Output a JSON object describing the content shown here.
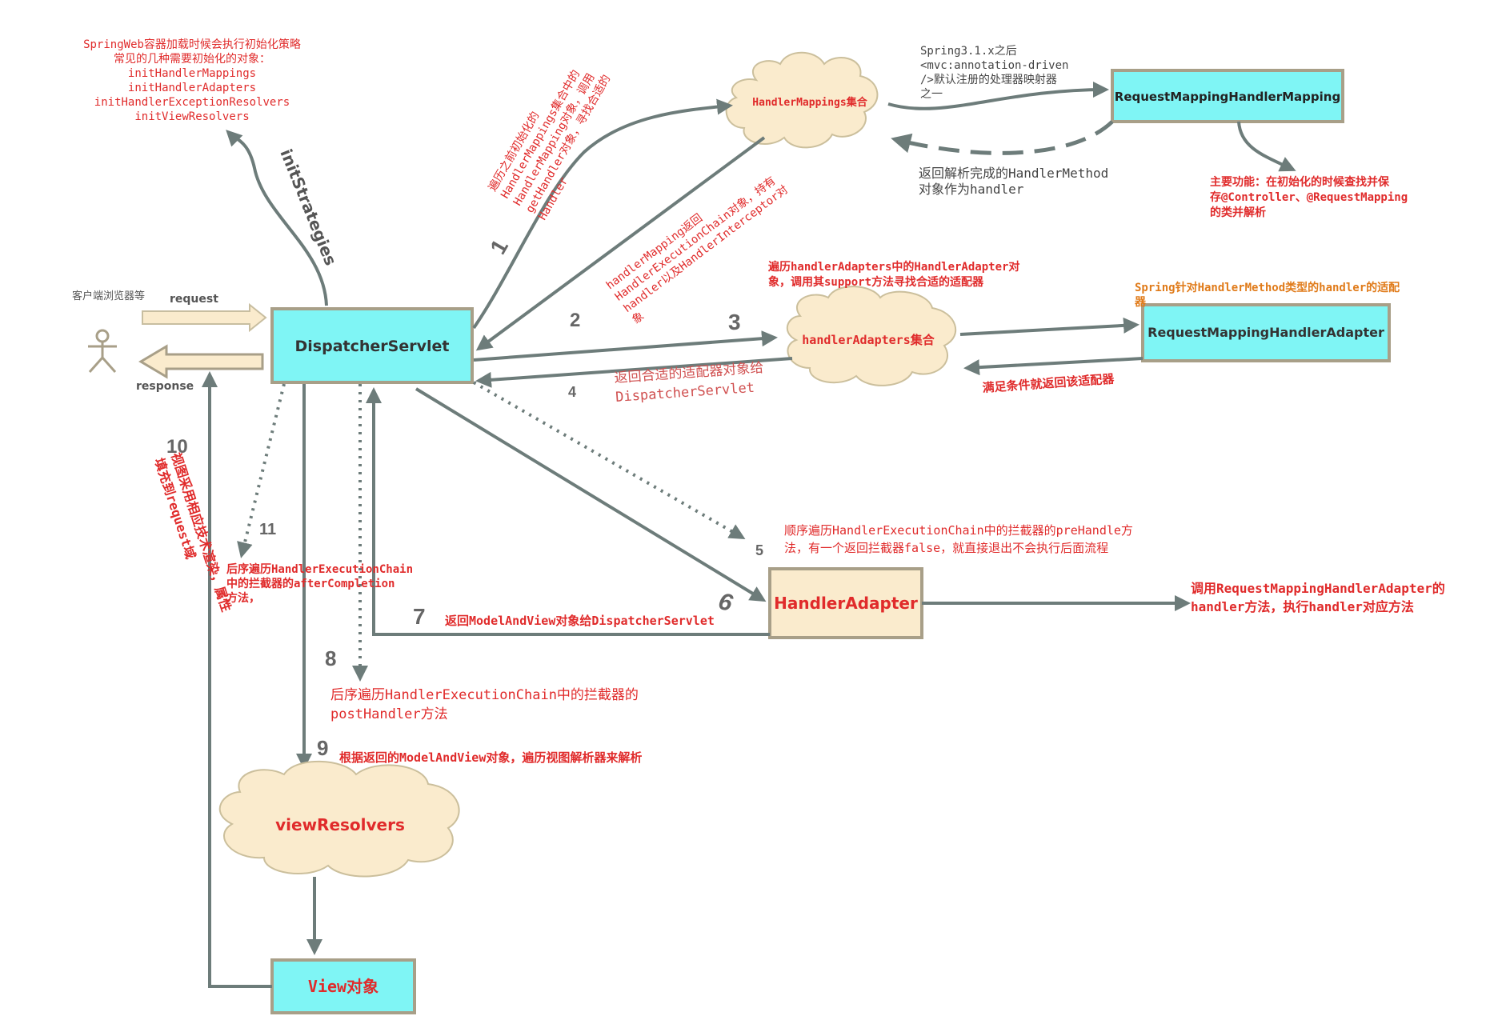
{
  "init_note": {
    "lines": [
      "SpringWeb容器加载时候会执行初始化策略",
      "常见的几种需要初始化的对象：",
      "initHandlerMappings",
      "initHandlerAdapters",
      "initHandlerExceptionResolvers",
      "initViewResolvers"
    ]
  },
  "init_strategies_label": "initStrategies",
  "client_label": "客户端浏览器等",
  "request_label": "request",
  "response_label": "response",
  "nodes": {
    "dispatcher": "DispatcherServlet",
    "handler_mappings": "HandlerMappings集合",
    "request_mapping_handler_mapping": "RequestMappingHandlerMapping",
    "handler_adapters": "handlerAdapters集合",
    "request_mapping_handler_adapter": "RequestMappingHandlerAdapter",
    "handler_adapter": "HandlerAdapter",
    "view_resolvers": "viewResolvers",
    "view_object": "View对象"
  },
  "spring31_note": [
    "Spring3.1.x之后",
    "<mvc:annotation-driven",
    "/>默认注册的处理器映射器",
    "之一"
  ],
  "return_handler_method_note": [
    "返回解析完成的HandlerMethod",
    "对象作为handler"
  ],
  "main_function_note": [
    "主要功能：在初始化的时候查找并保",
    "存@Controller、@RequestMapping",
    "的类并解析"
  ],
  "step1_note": [
    "遍历之前初始化的",
    "HandlerMappings集合中的",
    "HandlerMapping对象，调用",
    "getHandler对象，寻找合适的",
    "Handler"
  ],
  "step2_note": [
    "handlerMapping返回",
    "HandlerExecutionChain对象，持有",
    "handler以及HandlerInterceptor对",
    "象"
  ],
  "step3_note": [
    "遍历handlerAdapters中的HandlerAdapter对",
    "象，调用其support方法寻找合适的适配器"
  ],
  "spring_adapter_note": [
    "Spring针对HandlerMethod类型的handler的适配",
    "器"
  ],
  "satisfy_note": "满足条件就返回该适配器",
  "step4_note": [
    "返回合适的适配器对象给",
    "DispatcherServlet"
  ],
  "step5_note": [
    "顺序遍历HandlerExecutionChain中的拦截器的preHandle方",
    "法，有一个返回拦截器false，就直接退出不会执行后面流程"
  ],
  "invoke_note": [
    "调用RequestMappingHandlerAdapter的",
    "handler方法，执行handler对应方法"
  ],
  "step7_note": "返回ModelAndView对象给DispatcherServlet",
  "step8_note": [
    "后序遍历HandlerExecutionChain中的拦截器的",
    "postHandler方法"
  ],
  "step9_note": "根据返回的ModelAndView对象，遍历视图解析器来解析",
  "step10_note": [
    "视图采用相应技术渲染，属性",
    "填充到request域"
  ],
  "step11_note": [
    "后序遍历HandlerExecutionChain",
    "中的拦截器的afterCompletion",
    "方法，"
  ],
  "step_numbers": [
    "1",
    "2",
    "3",
    "4",
    "5",
    "6",
    "7",
    "8",
    "9",
    "10",
    "11"
  ],
  "colors": {
    "cyan_box": "#7ff5f5",
    "tan": "#faebcd",
    "red_text": "#e02b2b",
    "orange_text": "#e07b1a",
    "arrow": "#6d7c7a"
  }
}
